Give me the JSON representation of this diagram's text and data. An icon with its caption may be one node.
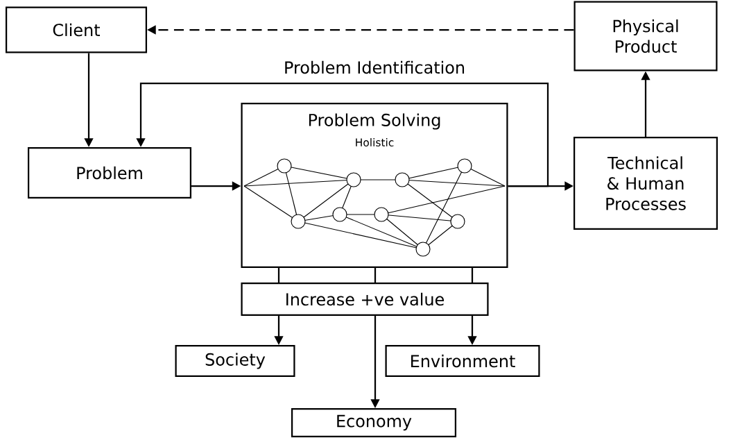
{
  "diagram": {
    "nodes": [
      {
        "text": [
          "Client"
        ]
      },
      {
        "text": [
          "Physical Product"
        ]
      },
      {
        "text": [
          "Problem"
        ]
      },
      {
        "text": [
          "Problem Solving",
          "Holistic"
        ]
      },
      {
        "text": [
          "Technical & Human Processes"
        ]
      },
      {
        "text": [
          "Increase +ve value"
        ]
      },
      {
        "text": [
          "Society"
        ]
      },
      {
        "text": [
          "Environment"
        ]
      },
      {
        "text": [
          "Economy"
        ]
      }
    ],
    "edges": [
      {
        "from": 1,
        "to": 0,
        "arrow": "to",
        "style": "dashed"
      },
      {
        "from": 0,
        "to": 2,
        "arrow": "to"
      },
      {
        "from": 2,
        "to": 3,
        "arrow": "to"
      },
      {
        "from": 3,
        "to": 4,
        "arrow": "to"
      },
      {
        "from": 3,
        "to": 2,
        "arrow": "to",
        "label": "Problem Identification"
      },
      {
        "from": 4,
        "to": 1,
        "arrow": "to"
      },
      {
        "from": 3,
        "to": 5,
        "arrow": "none"
      },
      {
        "from": 3,
        "to": 5,
        "arrow": "none"
      },
      {
        "from": 3,
        "to": 5,
        "arrow": "none"
      },
      {
        "from": 5,
        "to": 6,
        "arrow": "to"
      },
      {
        "from": 5,
        "to": 8,
        "arrow": "to"
      },
      {
        "from": 5,
        "to": 7,
        "arrow": "to"
      }
    ]
  }
}
